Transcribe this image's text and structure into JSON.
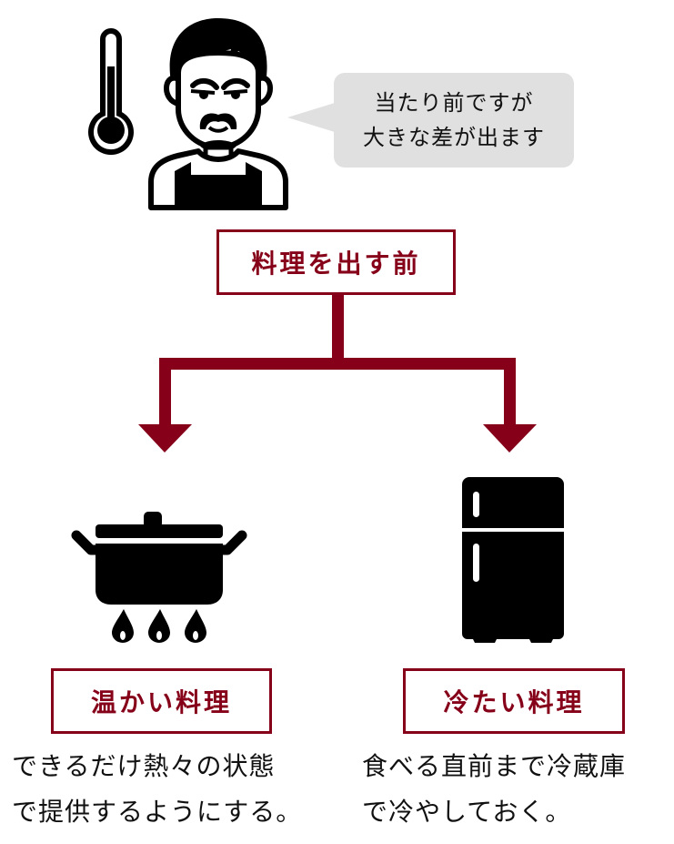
{
  "colors": {
    "accent": "#850018",
    "bubble_bg": "#e0e0e0",
    "text": "#111111",
    "icon": "#000000"
  },
  "speaker": {
    "icons": [
      "thermometer-icon",
      "chef-icon"
    ],
    "bubble_lines": [
      "当たり前ですが",
      "大きな差が出ます"
    ]
  },
  "flow": {
    "root_label": "料理を出す前",
    "branches": [
      {
        "icon": "cooking-pot-on-burner-icon",
        "label": "温かい料理",
        "description_lines": [
          "できるだけ熱々の状態",
          "で提供するようにする。"
        ]
      },
      {
        "icon": "refrigerator-icon",
        "label": "冷たい料理",
        "description_lines": [
          "食べる直前まで冷蔵庫",
          "で冷やしておく。"
        ]
      }
    ]
  }
}
